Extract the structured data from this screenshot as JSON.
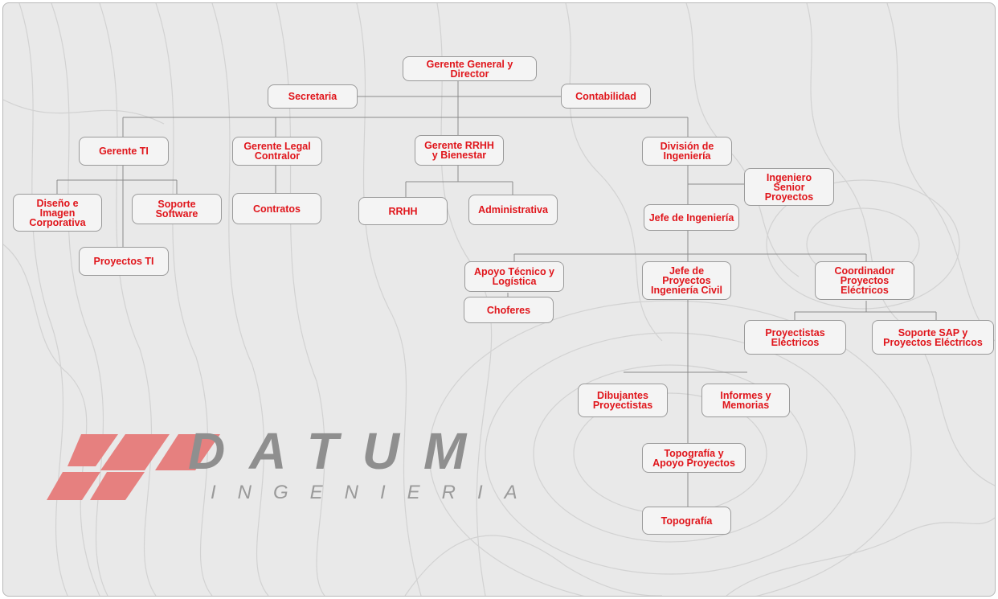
{
  "org_chart": {
    "nodes": {
      "gerente_general": "Gerente General y Director",
      "secretaria": "Secretaria",
      "contabilidad": "Contabilidad",
      "gerente_ti": "Gerente TI",
      "gerente_legal": "Gerente Legal\nContralor",
      "gerente_rrhh": "Gerente RRHH\ny Bienestar",
      "division_ingenieria": "División de\nIngeniería",
      "diseno_imagen": "Diseño e\nImagen\nCorporativa",
      "soporte_software": "Soporte\nSoftware",
      "proyectos_ti": "Proyectos TI",
      "contratos": "Contratos",
      "rrhh": "RRHH",
      "administrativa": "Administrativa",
      "ingeniero_senior": "Ingeniero\nSenior\nProyectos",
      "jefe_ingenieria": "Jefe de Ingeniería",
      "apoyo_tecnico": "Apoyo Técnico y\nLogística",
      "choferes": "Choferes",
      "jefe_proyectos_civil": "Jefe de\nProyectos\nIngeniería Civil",
      "coordinador_electricos": "Coordinador Proyectos\nEléctricos",
      "proyectistas_electricos": "Proyectistas\nEléctricos",
      "soporte_sap": "Soporte SAP y\nProyectos Eléctricos",
      "dibujantes": "Dibujantes\nProyectistas",
      "informes": "Informes y\nMemorias",
      "topografia_apoyo": "Topografía y\nApoyo Proyectos",
      "topografia": "Topografía"
    }
  },
  "brand": {
    "name": "DATUM",
    "subtitle": "INGENIERIA"
  },
  "colors": {
    "node_text": "#e0151b",
    "logo": "#e6807f",
    "wordmark": "#8f8f8f"
  }
}
